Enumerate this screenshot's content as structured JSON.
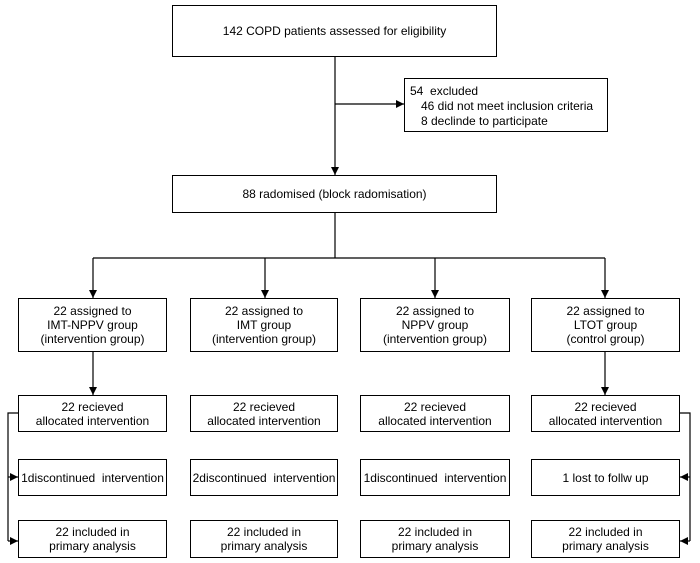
{
  "screening": {
    "text": "142 COPD patients assessed for eligibility"
  },
  "excluded": {
    "title": "54  excluded",
    "reasons": [
      "46 did not meet inclusion criteria",
      "8 declinde to participate"
    ]
  },
  "randomised": {
    "text": "88 radomised (block radomisation)"
  },
  "arms": [
    {
      "assigned": [
        "22 assigned to",
        "IMT-NPPV group",
        "(intervention group)"
      ],
      "received": [
        "22 recieved",
        "allocated intervention"
      ],
      "followup": "1discontinued  intervention",
      "analysis": [
        "22 included in",
        "primary analysis"
      ]
    },
    {
      "assigned": [
        "22 assigned to",
        "IMT group",
        "(intervention group)"
      ],
      "received": [
        "22 recieved",
        "allocated intervention"
      ],
      "followup": "2discontinued  intervention",
      "analysis": [
        "22 included in",
        "primary analysis"
      ]
    },
    {
      "assigned": [
        "22 assigned to",
        "NPPV group",
        "(intervention group)"
      ],
      "received": [
        "22 recieved",
        "allocated intervention"
      ],
      "followup": "1discontinued  intervention",
      "analysis": [
        "22 included in",
        "primary analysis"
      ]
    },
    {
      "assigned": [
        "22 assigned to",
        "LTOT group",
        "(control group)"
      ],
      "received": [
        "22 recieved",
        "allocated intervention"
      ],
      "followup": "1 lost to follw up",
      "analysis": [
        "22 included in",
        "primary analysis"
      ]
    }
  ],
  "colors": {
    "line": "#000000",
    "box_border": "#000000",
    "background": "#ffffff",
    "text": "#000000"
  }
}
